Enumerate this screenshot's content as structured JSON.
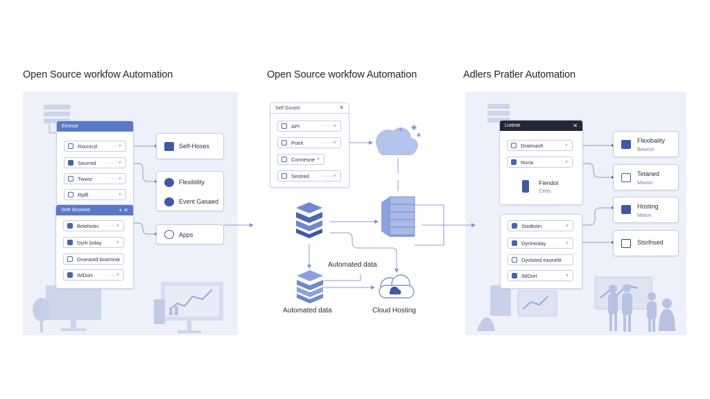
{
  "headings": {
    "left": "Open Source workfow Automation",
    "middle": "Open Source workfow Automation",
    "right": "Adlers Pratler Automation"
  },
  "left": {
    "card_top": {
      "title": "Etnesot",
      "rows": [
        {
          "label": "Rsonrcd",
          "dd": "····˅"
        },
        {
          "label": "Sourred",
          "dd": "·····˅"
        },
        {
          "label": "Twwsr",
          "dd": "····˅"
        },
        {
          "label": "Rpffl",
          "dd": "˅"
        }
      ]
    },
    "card_bottom": {
      "title": "Seltt Bnonest",
      "controls": "+ ✕",
      "rows": [
        {
          "label": "Belehotin",
          "dd": "·····˅"
        },
        {
          "label": "Dyrh bslay",
          "dd": "˅"
        },
        {
          "label": "Dvaraotd boarrinarh",
          "dd": ""
        },
        {
          "label": "IMDort",
          "dd": "····˅"
        }
      ]
    },
    "features": [
      {
        "label": "Self-Hoses"
      },
      {
        "label": "Flexibility",
        "label2": "Event Gasaed"
      },
      {
        "label": "Apps"
      }
    ]
  },
  "middle": {
    "card": {
      "title": "Self Goued",
      "rows": [
        {
          "label": "API",
          "dd": "·····˅"
        },
        {
          "label": "Poeit",
          "dd": "······˅"
        },
        {
          "label": "Connesne",
          "dd": "˅"
        },
        {
          "label": "Sestred",
          "dd": "·····˅"
        }
      ]
    },
    "labels": {
      "automated_mid": "Automated data",
      "automated_bottom": "Automated data",
      "cloud_hosting": "Cloud Hosting"
    }
  },
  "right": {
    "card_top": {
      "title": "Liotinte",
      "rows": [
        {
          "label": "Dratmash",
          "dd": "˅"
        },
        {
          "label": "Nuna",
          "dd": "˅"
        }
      ],
      "extra_label": "Fiendot",
      "extra_sub": "Cetis"
    },
    "card_bottom": {
      "rows": [
        {
          "label": "Soidtotin",
          "dd": "˅"
        },
        {
          "label": "DyrIHoday",
          "dd": "˅"
        },
        {
          "label": "Dyolsted eaonelit",
          "dd": ""
        },
        {
          "label": "IMDort",
          "dd": "˅"
        }
      ]
    },
    "features": [
      {
        "label": "Flexibality",
        "sub": "Bewnst"
      },
      {
        "label": "Tetaned",
        "sub": "Mavon"
      },
      {
        "label": "Hosting",
        "sub": "Maton"
      },
      {
        "label": "Stsrlhsed",
        "sub": ""
      }
    ]
  },
  "colors": {
    "panel_bg": "#eef1f9",
    "accent": "#4b63a8",
    "card_header_blue": "#5a78c8",
    "card_header_dark": "#232838",
    "connector": "#8a9bd0"
  }
}
